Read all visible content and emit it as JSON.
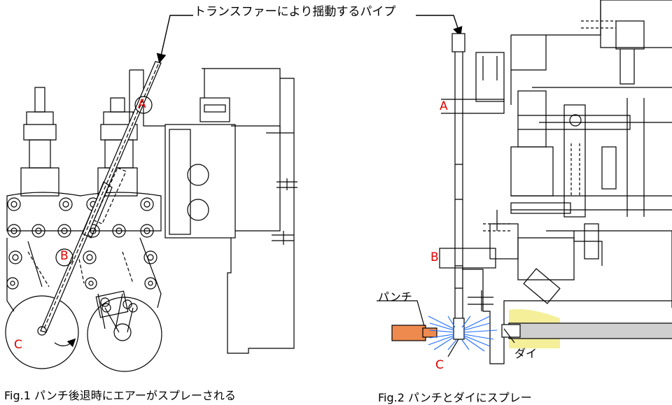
{
  "title": "トランスファーにより揺動するパイプ",
  "captions": {
    "fig1": "Fig.1 パンチ後退時にエアーがスプレーされる",
    "fig2": "Fig.2 パンチとダイにスプレー"
  },
  "markers": {
    "a": "A",
    "b": "B",
    "c": "C"
  },
  "labels": {
    "punch": "パンチ",
    "die": "ダイ"
  },
  "colors": {
    "marker": "#e00000",
    "punch": "#ee8a4e",
    "spray": "#1e6cff",
    "die_zone": "#f5ef9a"
  }
}
